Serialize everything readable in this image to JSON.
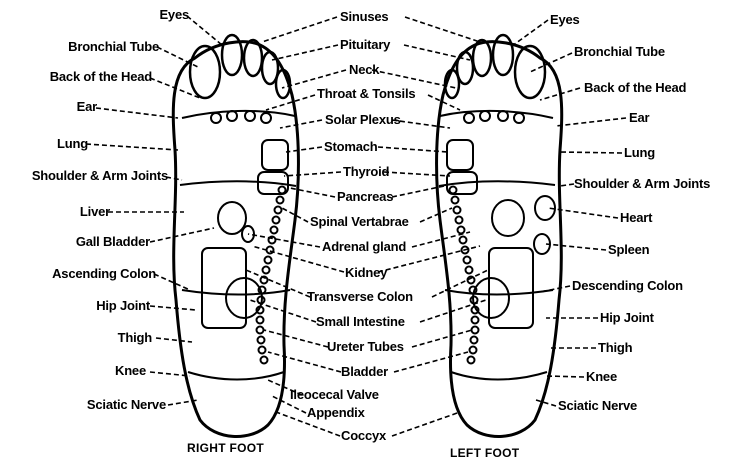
{
  "right_foot": {
    "title": "RIGHT FOOT",
    "labels": [
      "Eyes",
      "Bronchial Tube",
      "Back of the Head",
      "Ear",
      "Lung",
      "Shoulder & Arm Joints",
      "Liver",
      "Gall Bladder",
      "Ascending Colon",
      "Hip Joint",
      "Thigh",
      "Knee",
      "Sciatic Nerve"
    ]
  },
  "center": {
    "labels": [
      "Sinuses",
      "Pituitary",
      "Neck",
      "Throat & Tonsils",
      "Solar Plexus",
      "Stomach",
      "Thyroid",
      "Pancreas",
      "Spinal Vertabrae",
      "Adrenal gland",
      "Kidney",
      "Transverse Colon",
      "Small Intestine",
      "Ureter Tubes",
      "Bladder",
      "Ileocecal Valve",
      "Appendix",
      "Coccyx"
    ]
  },
  "left_foot": {
    "title": "LEFT FOOT",
    "labels": [
      "Eyes",
      "Bronchial Tube",
      "Back of the Head",
      "Ear",
      "Lung",
      "Shoulder & Arm Joints",
      "Heart",
      "Spleen",
      "Descending Colon",
      "Hip Joint",
      "Thigh",
      "Knee",
      "Sciatic Nerve"
    ]
  },
  "colors": {
    "ink": "#000000",
    "paper": "#ffffff"
  }
}
